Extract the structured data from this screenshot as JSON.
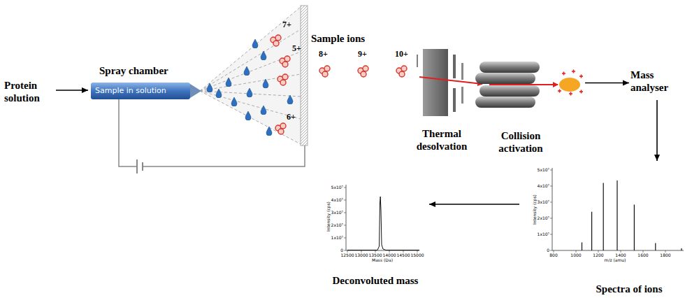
{
  "diagram": {
    "nodes": [
      {
        "text": [
          "Protein solution"
        ]
      },
      {
        "text": [
          "Spray chamber",
          "Sample in solution"
        ]
      },
      {
        "text": [
          "Thermal desolvation"
        ]
      },
      {
        "text": [
          "Collision activation"
        ]
      },
      {
        "text": [
          "Mass analyser"
        ]
      },
      {
        "text": [
          "Spectra of ions"
        ]
      },
      {
        "text": [
          "Deconvoluted mass"
        ]
      }
    ],
    "edges": [
      {
        "from": 0,
        "to": 1,
        "arrow": "to"
      },
      {
        "from": 3,
        "to": 4,
        "arrow": "to"
      },
      {
        "from": 4,
        "to": 5,
        "arrow": "to"
      },
      {
        "from": 5,
        "to": 6,
        "arrow": "to"
      }
    ],
    "labels": [
      "7+",
      "5+",
      "6+",
      "Sample ions",
      "8+",
      "9+",
      "10+",
      "Intensity (cps)",
      "m/z (amu)",
      "5x10⁷",
      "4x10⁷",
      "3x10⁷",
      "2x10⁷",
      "1x10⁷",
      "0",
      "800",
      "1000",
      "1200",
      "1400",
      "1600",
      "1800",
      "Intensity (cps)",
      "Mass (Da)",
      "5x10⁷",
      "4x10⁷",
      "3x10⁷",
      "2x10⁷",
      "1x10⁷",
      "0",
      "12500",
      "13000",
      "13500",
      "14000",
      "14500",
      "15000"
    ]
  }
}
